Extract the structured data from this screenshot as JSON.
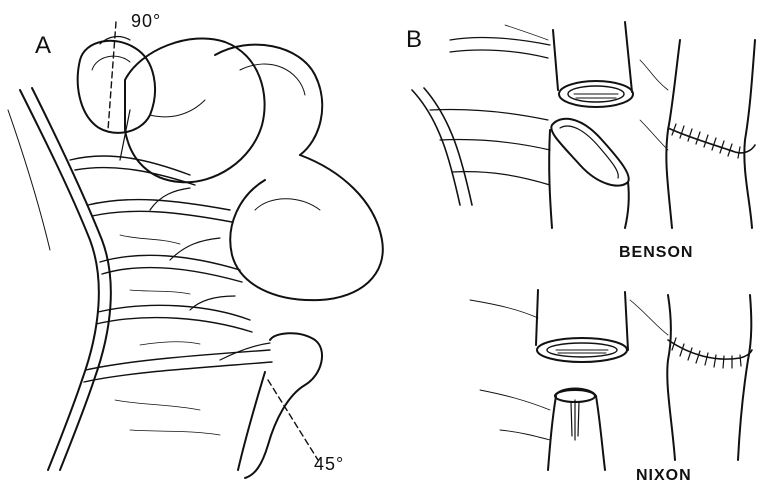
{
  "figure": {
    "panel_a_label": "A",
    "panel_b_label": "B",
    "angle_top": "90°",
    "angle_bottom": "45°",
    "technique_top": "BENSON",
    "technique_bottom": "NIXON"
  },
  "colors": {
    "background": "#ffffff",
    "ink": "#111111"
  }
}
